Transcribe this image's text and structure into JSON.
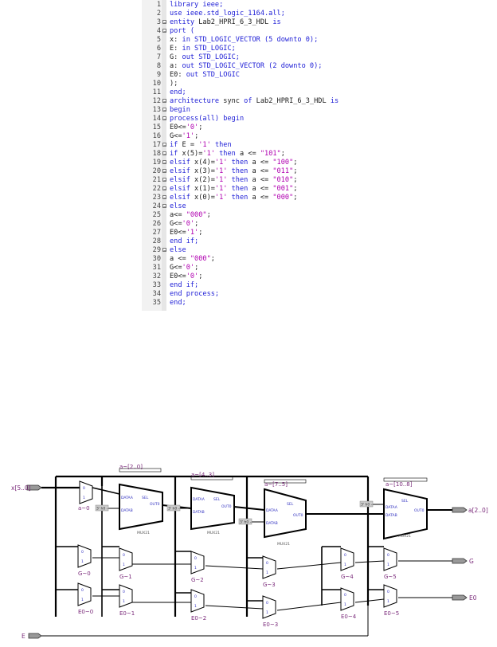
{
  "code": [
    {
      "n": "1",
      "fold": false,
      "parts": [
        [
          "kw",
          "library ieee;"
        ]
      ]
    },
    {
      "n": "2",
      "fold": false,
      "parts": [
        [
          "kw",
          "use ieee.std_logic_1164.all;"
        ]
      ]
    },
    {
      "n": "3",
      "fold": true,
      "parts": [
        [
          "kw",
          "entity "
        ],
        [
          "id",
          "Lab2_HPRI_6_3_HDL "
        ],
        [
          "kw",
          "is"
        ]
      ]
    },
    {
      "n": "4",
      "fold": true,
      "parts": [
        [
          "kw",
          "port ("
        ]
      ]
    },
    {
      "n": "5",
      "fold": false,
      "parts": [
        [
          "id",
          "x: "
        ],
        [
          "kw",
          "in STD_LOGIC_VECTOR (5 downto 0);"
        ]
      ]
    },
    {
      "n": "6",
      "fold": false,
      "parts": [
        [
          "id",
          "E: "
        ],
        [
          "kw",
          "in STD_LOGIC;"
        ]
      ]
    },
    {
      "n": "7",
      "fold": false,
      "parts": [
        [
          "id",
          "G: "
        ],
        [
          "kw",
          "out STD_LOGIC;"
        ]
      ]
    },
    {
      "n": "8",
      "fold": false,
      "parts": [
        [
          "id",
          "a: "
        ],
        [
          "kw",
          "out STD_LOGIC_VECTOR (2 downto 0);"
        ]
      ]
    },
    {
      "n": "9",
      "fold": false,
      "parts": [
        [
          "id",
          "E0: "
        ],
        [
          "kw",
          "out STD_LOGIC"
        ]
      ]
    },
    {
      "n": "10",
      "fold": false,
      "parts": [
        [
          "id",
          ");"
        ]
      ]
    },
    {
      "n": "11",
      "fold": false,
      "parts": [
        [
          "kw",
          "end;"
        ]
      ]
    },
    {
      "n": "12",
      "fold": true,
      "parts": [
        [
          "kw",
          "architecture "
        ],
        [
          "id",
          "sync "
        ],
        [
          "kw",
          "of "
        ],
        [
          "id",
          "Lab2_HPRI_6_3_HDL "
        ],
        [
          "kw",
          "is"
        ]
      ]
    },
    {
      "n": "13",
      "fold": true,
      "parts": [
        [
          "kw",
          "begin"
        ]
      ]
    },
    {
      "n": "14",
      "fold": true,
      "parts": [
        [
          "kw",
          "process(all) begin"
        ]
      ]
    },
    {
      "n": "15",
      "fold": false,
      "parts": [
        [
          "id",
          "E0<="
        ],
        [
          "str",
          "'0'"
        ],
        [
          "id",
          ";"
        ]
      ]
    },
    {
      "n": "16",
      "fold": false,
      "parts": [
        [
          "id",
          "G<="
        ],
        [
          "str",
          "'1'"
        ],
        [
          "id",
          ";"
        ]
      ]
    },
    {
      "n": "17",
      "fold": true,
      "parts": [
        [
          "kw",
          "if "
        ],
        [
          "id",
          "E = "
        ],
        [
          "str",
          "'1' "
        ],
        [
          "kw",
          "then"
        ]
      ]
    },
    {
      "n": "18",
      "fold": true,
      "parts": [
        [
          "kw",
          "if "
        ],
        [
          "id",
          "x(5)="
        ],
        [
          "str",
          "'1' "
        ],
        [
          "kw",
          "then "
        ],
        [
          "id",
          "a <= "
        ],
        [
          "str",
          "\"101\""
        ],
        [
          "id",
          ";"
        ]
      ]
    },
    {
      "n": "19",
      "fold": true,
      "parts": [
        [
          "kw",
          "elsif "
        ],
        [
          "id",
          "x(4)="
        ],
        [
          "str",
          "'1' "
        ],
        [
          "kw",
          "then "
        ],
        [
          "id",
          "a <= "
        ],
        [
          "str",
          "\"100\""
        ],
        [
          "id",
          ";"
        ]
      ]
    },
    {
      "n": "20",
      "fold": true,
      "parts": [
        [
          "kw",
          "elsif "
        ],
        [
          "id",
          "x(3)="
        ],
        [
          "str",
          "'1' "
        ],
        [
          "kw",
          "then "
        ],
        [
          "id",
          "a <= "
        ],
        [
          "str",
          "\"011\""
        ],
        [
          "id",
          ";"
        ]
      ]
    },
    {
      "n": "21",
      "fold": true,
      "parts": [
        [
          "kw",
          "elsif "
        ],
        [
          "id",
          "x(2)="
        ],
        [
          "str",
          "'1' "
        ],
        [
          "kw",
          "then "
        ],
        [
          "id",
          "a <= "
        ],
        [
          "str",
          "\"010\""
        ],
        [
          "id",
          ";"
        ]
      ]
    },
    {
      "n": "22",
      "fold": true,
      "parts": [
        [
          "kw",
          "elsif "
        ],
        [
          "id",
          "x(1)="
        ],
        [
          "str",
          "'1' "
        ],
        [
          "kw",
          "then "
        ],
        [
          "id",
          "a <= "
        ],
        [
          "str",
          "\"001\""
        ],
        [
          "id",
          ";"
        ]
      ]
    },
    {
      "n": "23",
      "fold": true,
      "parts": [
        [
          "kw",
          "elsif "
        ],
        [
          "id",
          "x(0)="
        ],
        [
          "str",
          "'1' "
        ],
        [
          "kw",
          "then "
        ],
        [
          "id",
          "a <= "
        ],
        [
          "str",
          "\"000\""
        ],
        [
          "id",
          ";"
        ]
      ]
    },
    {
      "n": "24",
      "fold": true,
      "parts": [
        [
          "kw",
          "else"
        ]
      ]
    },
    {
      "n": "25",
      "fold": false,
      "parts": [
        [
          "id",
          "a<= "
        ],
        [
          "str",
          "\"000\""
        ],
        [
          "id",
          ";"
        ]
      ]
    },
    {
      "n": "26",
      "fold": false,
      "parts": [
        [
          "id",
          "G<="
        ],
        [
          "str",
          "'0'"
        ],
        [
          "id",
          ";"
        ]
      ]
    },
    {
      "n": "27",
      "fold": false,
      "parts": [
        [
          "id",
          "E0<="
        ],
        [
          "str",
          "'1'"
        ],
        [
          "id",
          ";"
        ]
      ]
    },
    {
      "n": "28",
      "fold": false,
      "parts": [
        [
          "kw",
          "end if;"
        ]
      ]
    },
    {
      "n": "29",
      "fold": true,
      "parts": [
        [
          "kw",
          "else"
        ]
      ]
    },
    {
      "n": "30",
      "fold": false,
      "parts": [
        [
          "id",
          "a <= "
        ],
        [
          "str",
          "\"000\""
        ],
        [
          "id",
          ";"
        ]
      ]
    },
    {
      "n": "31",
      "fold": false,
      "parts": [
        [
          "id",
          "G<="
        ],
        [
          "str",
          "'0'"
        ],
        [
          "id",
          ";"
        ]
      ]
    },
    {
      "n": "32",
      "fold": false,
      "parts": [
        [
          "id",
          "E0<="
        ],
        [
          "str",
          "'0'"
        ],
        [
          "id",
          ";"
        ]
      ]
    },
    {
      "n": "33",
      "fold": false,
      "parts": [
        [
          "kw",
          "end if;"
        ]
      ]
    },
    {
      "n": "34",
      "fold": false,
      "parts": [
        [
          "kw",
          "end process;"
        ]
      ]
    },
    {
      "n": "35",
      "fold": false,
      "parts": [
        [
          "kw",
          "end;"
        ]
      ]
    }
  ],
  "schematic": {
    "ports": {
      "x_in": "x[5..0]",
      "e_in": "E",
      "a_out": "a[2..0]",
      "g_out": "G",
      "e0_out": "E0"
    },
    "bus_labels": [
      "a~[2..0]",
      "a~[4..3]",
      "a~[7..5]",
      "a~[10..8]"
    ],
    "big_mux_name": "MUX21",
    "pins": {
      "sel": "SEL",
      "dataa": "DATAA",
      "datab": "DATAB",
      "out": "OUT0"
    },
    "consts": [
      "3' h0 --",
      "3' h0 --",
      "3' h0 --",
      "3' h0 --"
    ],
    "small_muxes": {
      "a0": "a~0",
      "g": [
        "G~0",
        "G~1",
        "G~2",
        "G~3",
        "G~4",
        "G~5"
      ],
      "e": [
        "E0~0",
        "E0~1",
        "E0~2",
        "E0~3",
        "E0~4",
        "E0~5"
      ]
    },
    "small_pins": [
      "0",
      "1"
    ]
  },
  "colors": {
    "keyword": "#1d1dd6",
    "string": "#b000b0",
    "label": "#7a2a7a",
    "wire": "#000000"
  }
}
